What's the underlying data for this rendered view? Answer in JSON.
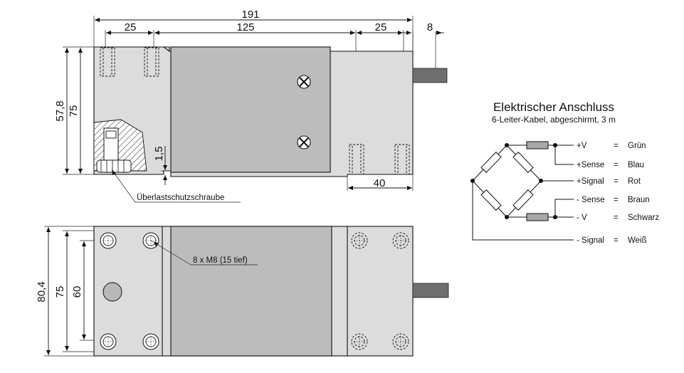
{
  "side_view": {
    "dim_total": "191",
    "dim_left": "25",
    "dim_middle": "125",
    "dim_right": "25",
    "dim_cable": "8",
    "dim_height_a": "57,8",
    "dim_height_b": "75",
    "dim_gap": "1,5",
    "dim_bottom": "40",
    "overload_label": "Überlastschutzschraube"
  },
  "top_view": {
    "dim_height_a": "80,4",
    "dim_height_b": "75",
    "dim_height_c": "60",
    "thread_label": "8 x M8 (15 tief)"
  },
  "connection": {
    "title": "Elektrischer Anschluss",
    "subtitle": "6-Leiter-Kabel, abgeschirmt, 3 m",
    "wires": [
      {
        "signal": "+V",
        "eq": "=",
        "color": "Grün"
      },
      {
        "signal": "+Sense",
        "eq": "=",
        "color": "Blau"
      },
      {
        "signal": "+Signal",
        "eq": "=",
        "color": "Rot"
      },
      {
        "signal": "- Sense",
        "eq": "=",
        "color": "Braun"
      },
      {
        "signal": "- V",
        "eq": "=",
        "color": "Schwarz"
      },
      {
        "signal": "- Signal",
        "eq": "=",
        "color": "Weiß"
      }
    ]
  }
}
